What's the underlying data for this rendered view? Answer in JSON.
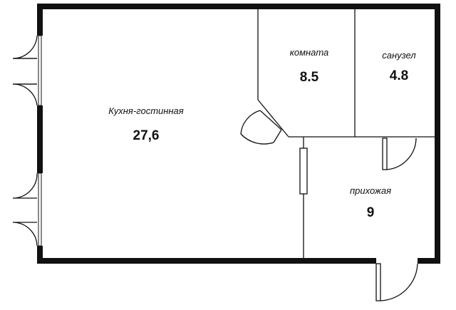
{
  "rooms": {
    "kitchen_living": {
      "name": "Кухня-гостинная",
      "area": "27,6"
    },
    "room": {
      "name": "комната",
      "area": "8.5"
    },
    "bathroom": {
      "name": "санузел",
      "area": "4.8"
    },
    "hallway": {
      "name": "прихожая",
      "area": "9"
    }
  }
}
